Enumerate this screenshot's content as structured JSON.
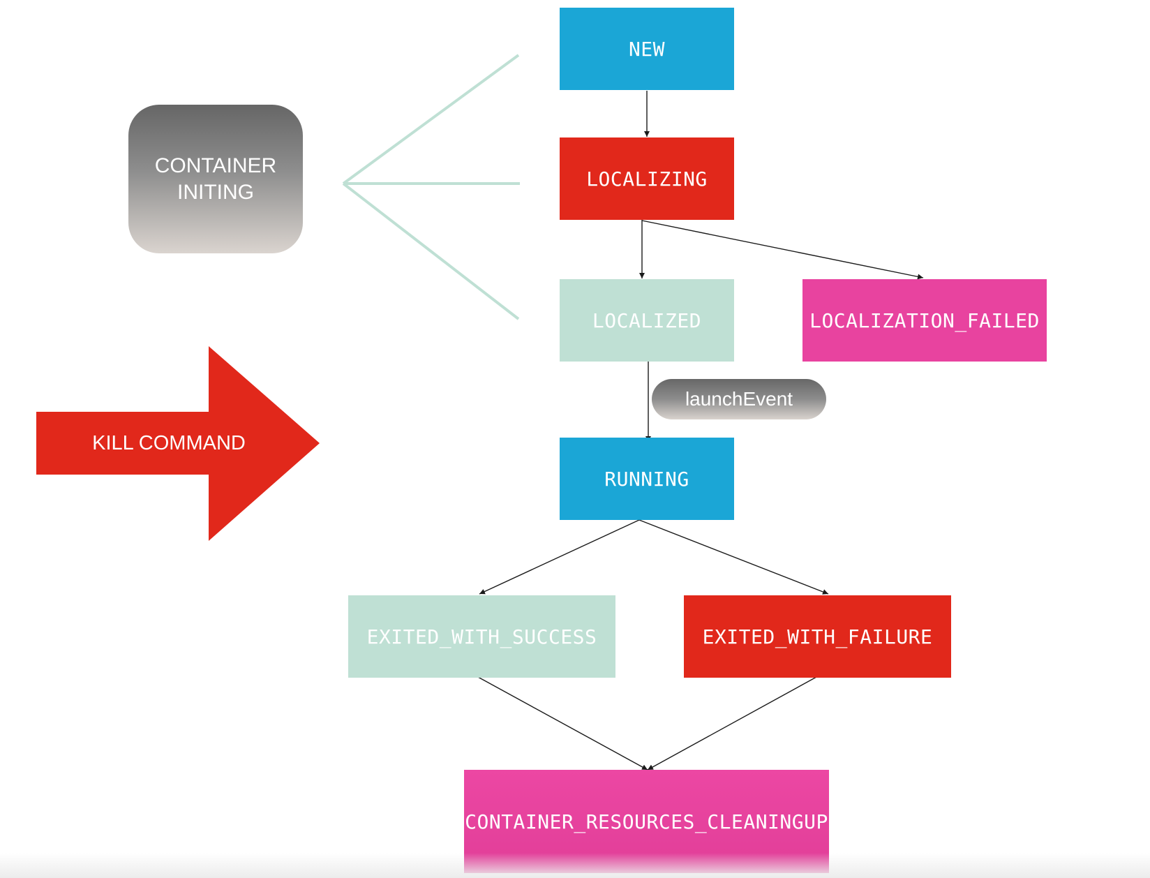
{
  "container_initing": {
    "label": "CONTAINER INITING"
  },
  "kill_command": {
    "label": "KILL COMMAND"
  },
  "edge_labels": {
    "launch_event": "launchEvent"
  },
  "states": {
    "new": "NEW",
    "localizing": "LOCALIZING",
    "localized": "LOCALIZED",
    "localization_failed": "LOCALIZATION_FAILED",
    "running": "RUNNING",
    "exited_with_success": "EXITED_WITH_SUCCESS",
    "exited_with_failure": "EXITED_WITH_FAILURE",
    "container_resources_cleaningup": "CONTAINER_RESOURCES_CLEANINGUP"
  },
  "colors": {
    "blue": "#1ba6d6",
    "red": "#e1281b",
    "mint": "#bfe0d4",
    "pink": "#e8439f",
    "gray": "#7a7a7a",
    "arrow": "#1a1a1a"
  }
}
